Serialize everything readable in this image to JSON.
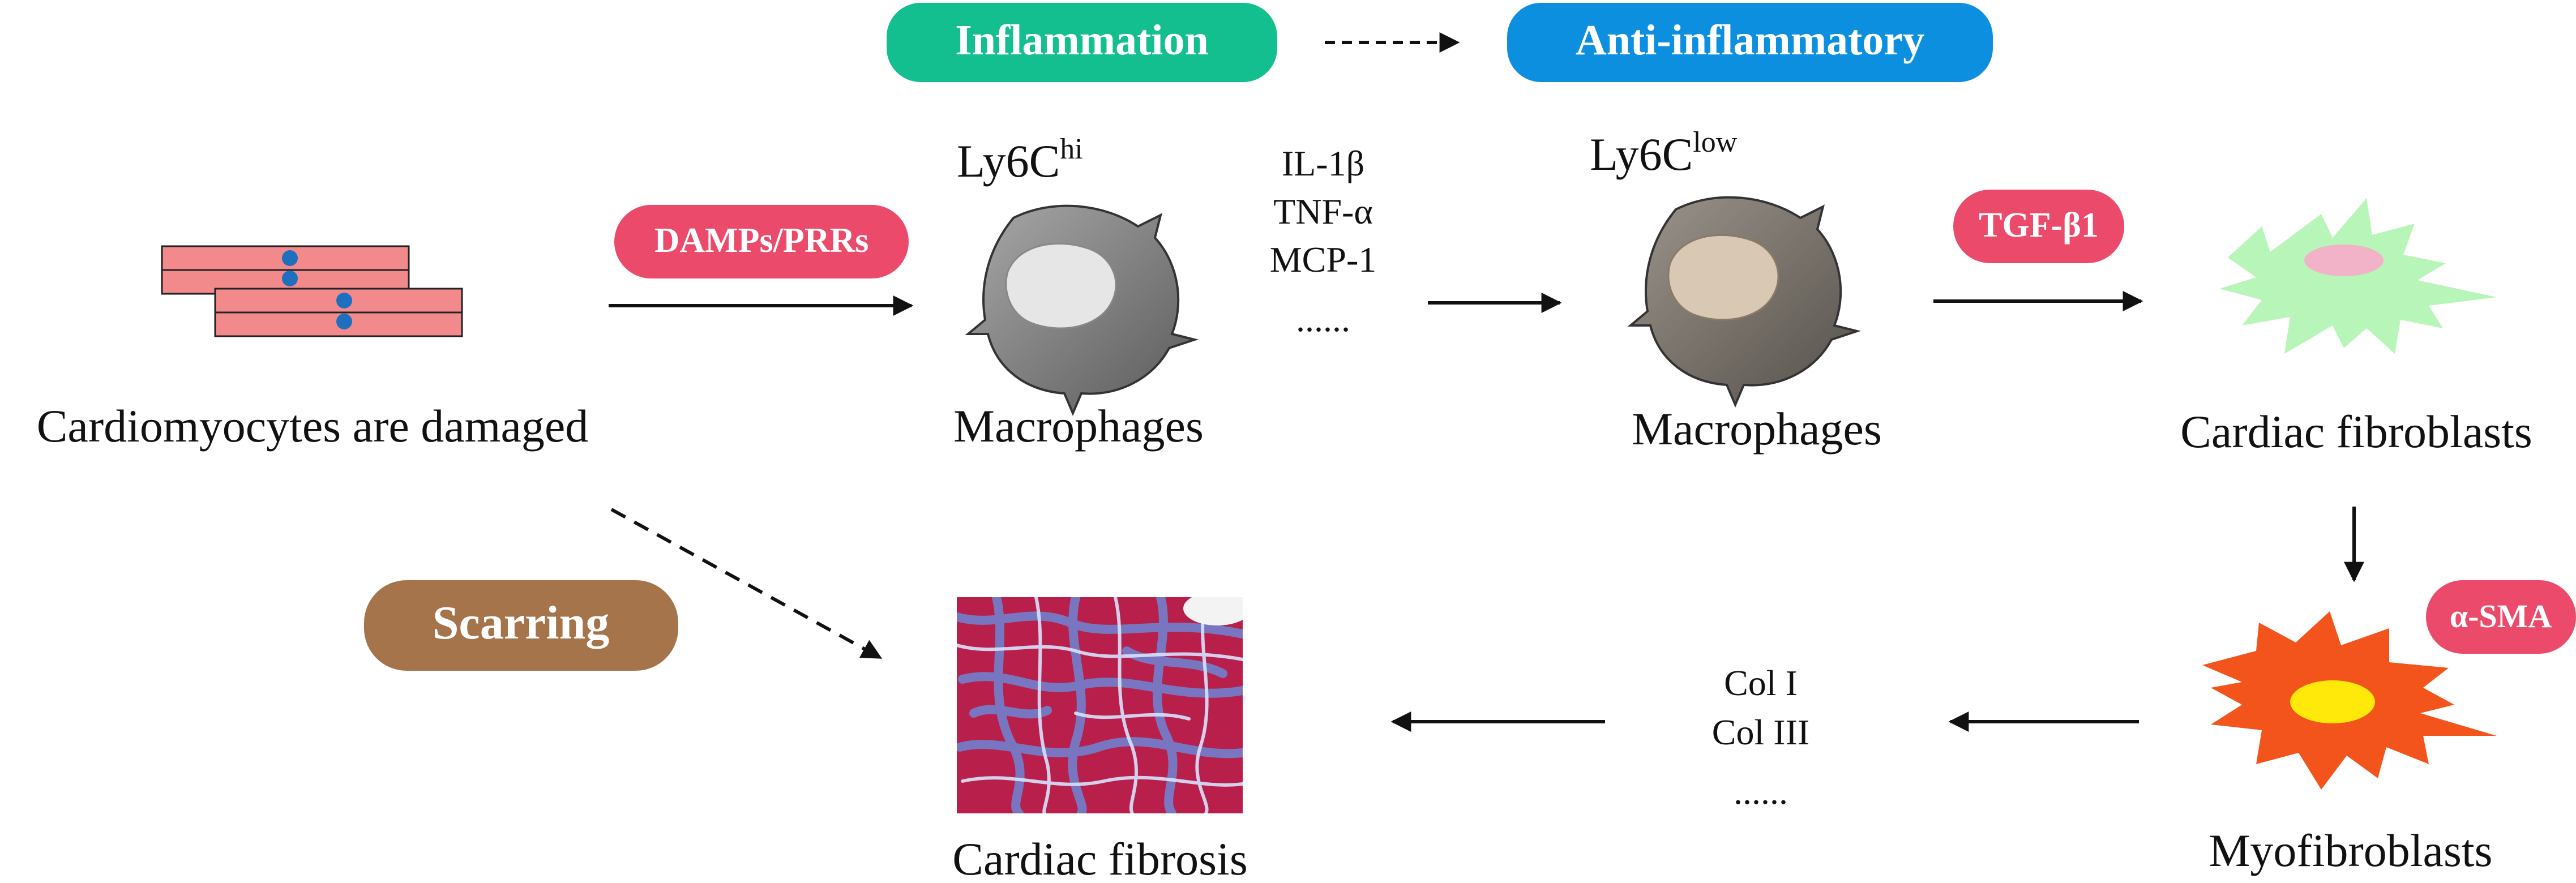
{
  "phases": {
    "inflammation": "Inflammation",
    "anti_inflammatory": "Anti-inflammatory",
    "scarring": "Scarring"
  },
  "badges": {
    "damps_prrs": "DAMPs/PRRs",
    "tgf_beta1": "TGF-β1",
    "alpha_sma": "α-SMA"
  },
  "nodes": {
    "cardiomyocytes": "Cardiomyocytes are damaged",
    "macrophage_hi": {
      "marker": "Ly6C",
      "superscript": "hi",
      "label": "Macrophages"
    },
    "macrophage_low": {
      "marker": "Ly6C",
      "superscript": "low",
      "label": "Macrophages"
    },
    "cardiac_fibroblasts": "Cardiac fibroblasts",
    "myofibroblasts": "Myofibroblasts",
    "cardiac_fibrosis": "Cardiac fibrosis"
  },
  "cytokines": [
    "IL-1β",
    "TNF-α",
    "MCP-1",
    "......"
  ],
  "collagens": [
    "Col I",
    "Col III",
    "......"
  ],
  "colors": {
    "inflammation": "#14bf8f",
    "anti_inflammatory": "#0d8fe0",
    "scarring": "#a5744a",
    "badge": "#ec4a6b",
    "cardiomyocyte": "#f28a8c",
    "nucleus": "#1f6fbf",
    "fibroblast": "#b8f5b8",
    "fibroblast_nucleus": "#f2b2c8",
    "myofibroblast": "#f2541b",
    "myofibroblast_nucleus": "#ffe90a"
  },
  "icons": {
    "cardiomyocyte": "muscle-cell-icon",
    "macrophage": "macrophage-cell-icon",
    "fibroblast": "fibroblast-cell-icon",
    "myofibroblast": "myofibroblast-cell-icon",
    "fibrosis": "histology-image-icon"
  }
}
